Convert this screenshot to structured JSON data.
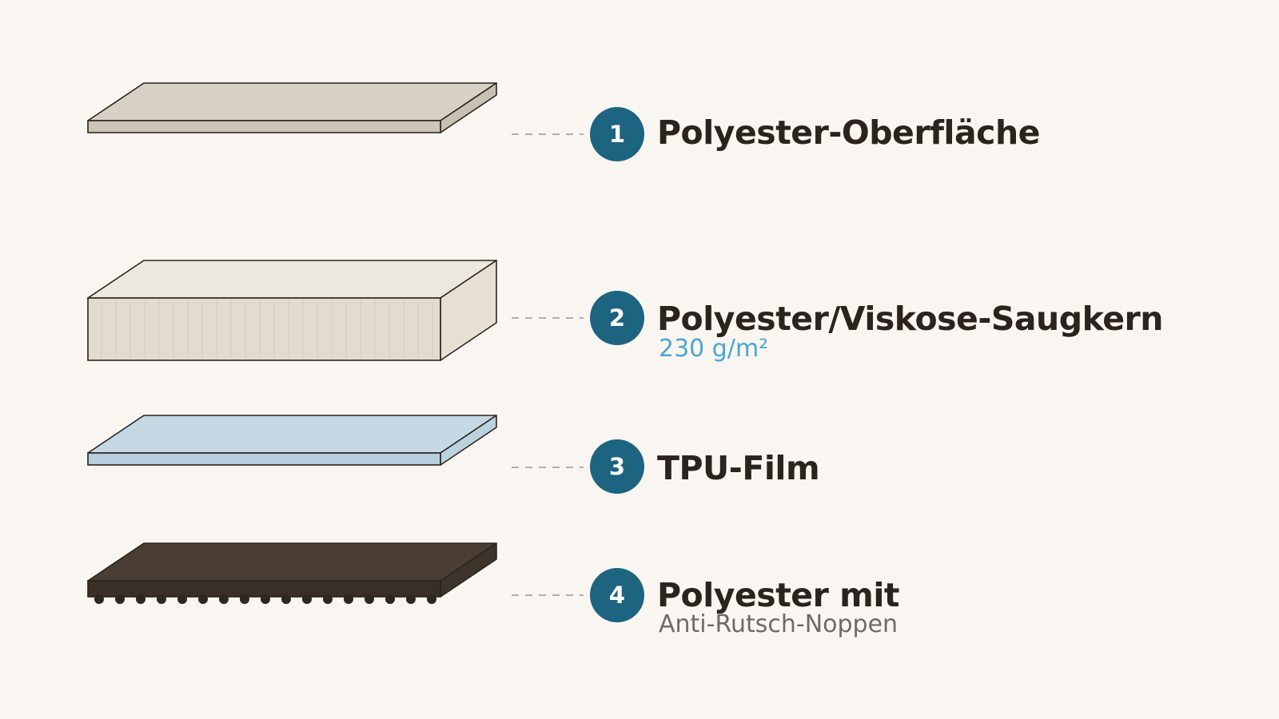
{
  "colors": {
    "background": "#f9f6f1",
    "badge": "#1d6480",
    "label": "#2a231e",
    "connector": "#9a9590",
    "outline": "#2a231e",
    "accent_blue": "#4aa6d1",
    "muted_gray": "#6e6a66"
  },
  "layers": [
    {
      "number": "1",
      "label": "Polyester-Oberfläche",
      "sub": "",
      "material": "polyester-surface",
      "thickness_style": "thin",
      "top_color": "#d7d1c5",
      "front_color": "#cdc6b8",
      "side_color": "#c8c1b2"
    },
    {
      "number": "2",
      "label": "Polyester/Viskose-Saugkern",
      "sub": "230 g/m²",
      "sub_color": "#4aa6d1",
      "material": "absorbent-core",
      "thickness_style": "thick-fibrous",
      "top_color": "#ede8dd",
      "front_color": "#e2dccf",
      "side_color": "#e6e0d3"
    },
    {
      "number": "3",
      "label": "TPU-Film",
      "sub": "",
      "material": "tpu-film",
      "thickness_style": "thin",
      "top_color": "#c5d9e4",
      "front_color": "#b7cedb",
      "side_color": "#bcd2de"
    },
    {
      "number": "4",
      "label": "Polyester mit",
      "sub": "Anti-Rutsch-Noppen",
      "sub_color": "#6e6a66",
      "material": "anti-slip-base",
      "thickness_style": "thin-with-dots",
      "top_color": "#4a3e34",
      "front_color": "#3a2f27",
      "side_color": "#3f342b"
    }
  ]
}
